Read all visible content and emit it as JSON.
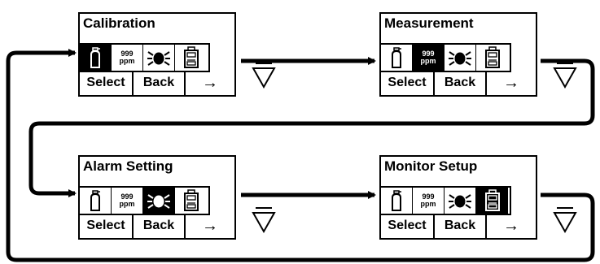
{
  "screens": [
    {
      "title": "Calibration",
      "active": 0
    },
    {
      "title": "Measurement",
      "active": 1
    },
    {
      "title": "Alarm Setting",
      "active": 2
    },
    {
      "title": "Monitor Setup",
      "active": 3
    }
  ],
  "icons": {
    "ppm_value": "999",
    "ppm_unit": "ppm",
    "names": [
      "gas-cylinder-icon",
      "ppm-reading-icon",
      "alarm-icon",
      "monitor-device-icon"
    ]
  },
  "buttons": {
    "select": "Select",
    "back": "Back",
    "next": "→"
  },
  "down_key_icon": "down-triangle-key-icon"
}
